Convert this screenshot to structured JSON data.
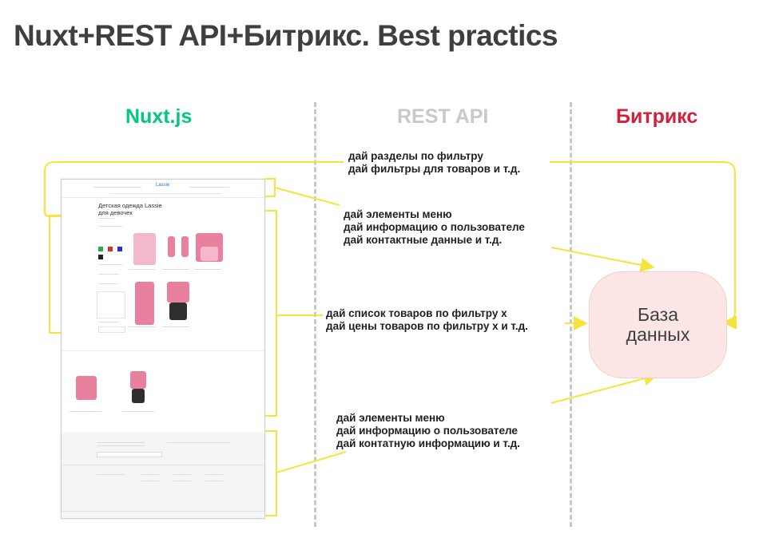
{
  "title": "Nuxt+REST API+Битрикс. Best practics",
  "columns": {
    "nuxt": {
      "label": "Nuxt.js",
      "color": "#00c97a"
    },
    "rest": {
      "label": "REST API",
      "color": "#c9c9c9"
    },
    "bitrix": {
      "label": "Битрикс",
      "color": "#d3203c"
    }
  },
  "colors": {
    "arrow": "#f7e33b",
    "db_fill": "#fbe5e5",
    "text": "#1f1f1f"
  },
  "requests": [
    {
      "lines": [
        "дай разделы по фильтру",
        "дай фильтры для товаров и т.д."
      ]
    },
    {
      "lines": [
        "дай элементы меню",
        "дай информацию о пользователе",
        "дай контактные данные  и т.д."
      ]
    },
    {
      "lines": [
        "дай список товаров по фильтру х",
        "дай цены товаров  по фильтру х и т.д."
      ]
    },
    {
      "lines": [
        "дай элементы меню",
        "дай информацию о пользователе",
        "дай контатную информацию и т.д."
      ]
    }
  ],
  "database": {
    "lines": [
      "База",
      "данных"
    ]
  },
  "mockup": {
    "logo": "Lassie",
    "category_title_lines": [
      "Детская одежда Lassie",
      "для девочек"
    ]
  }
}
